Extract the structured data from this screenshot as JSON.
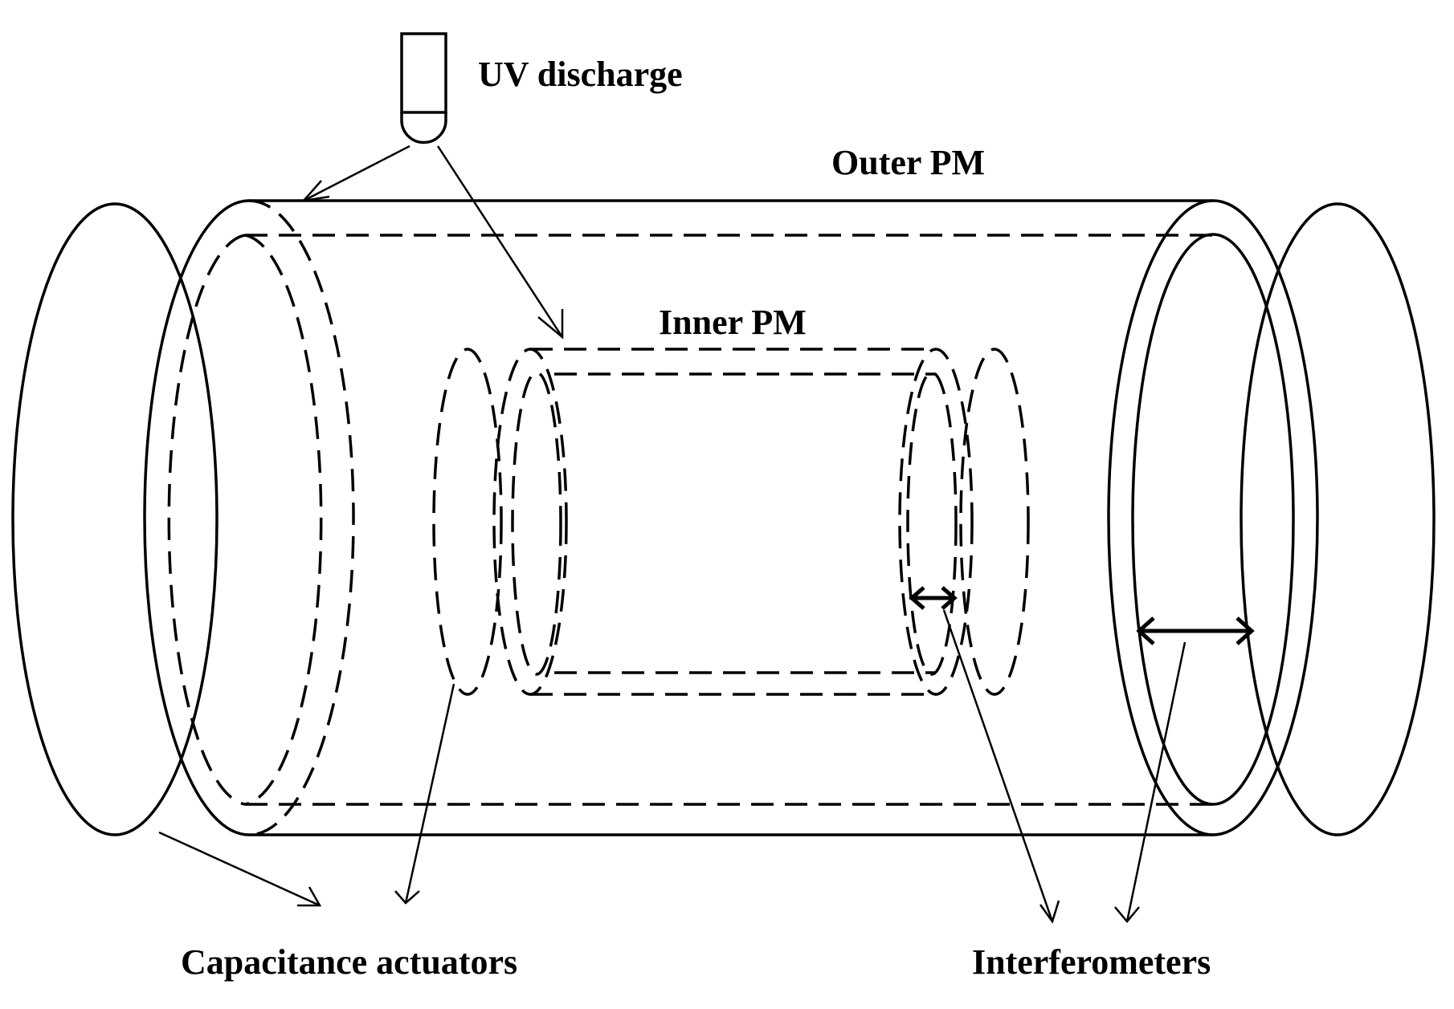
{
  "labels": {
    "uv_discharge": "UV discharge",
    "outer_pm": "Outer PM",
    "inner_pm": "Inner PM",
    "capacitance_actuators": "Capacitance actuators",
    "interferometers": "Interferometers"
  },
  "colors": {
    "stroke": "#000000",
    "background": "#ffffff"
  }
}
